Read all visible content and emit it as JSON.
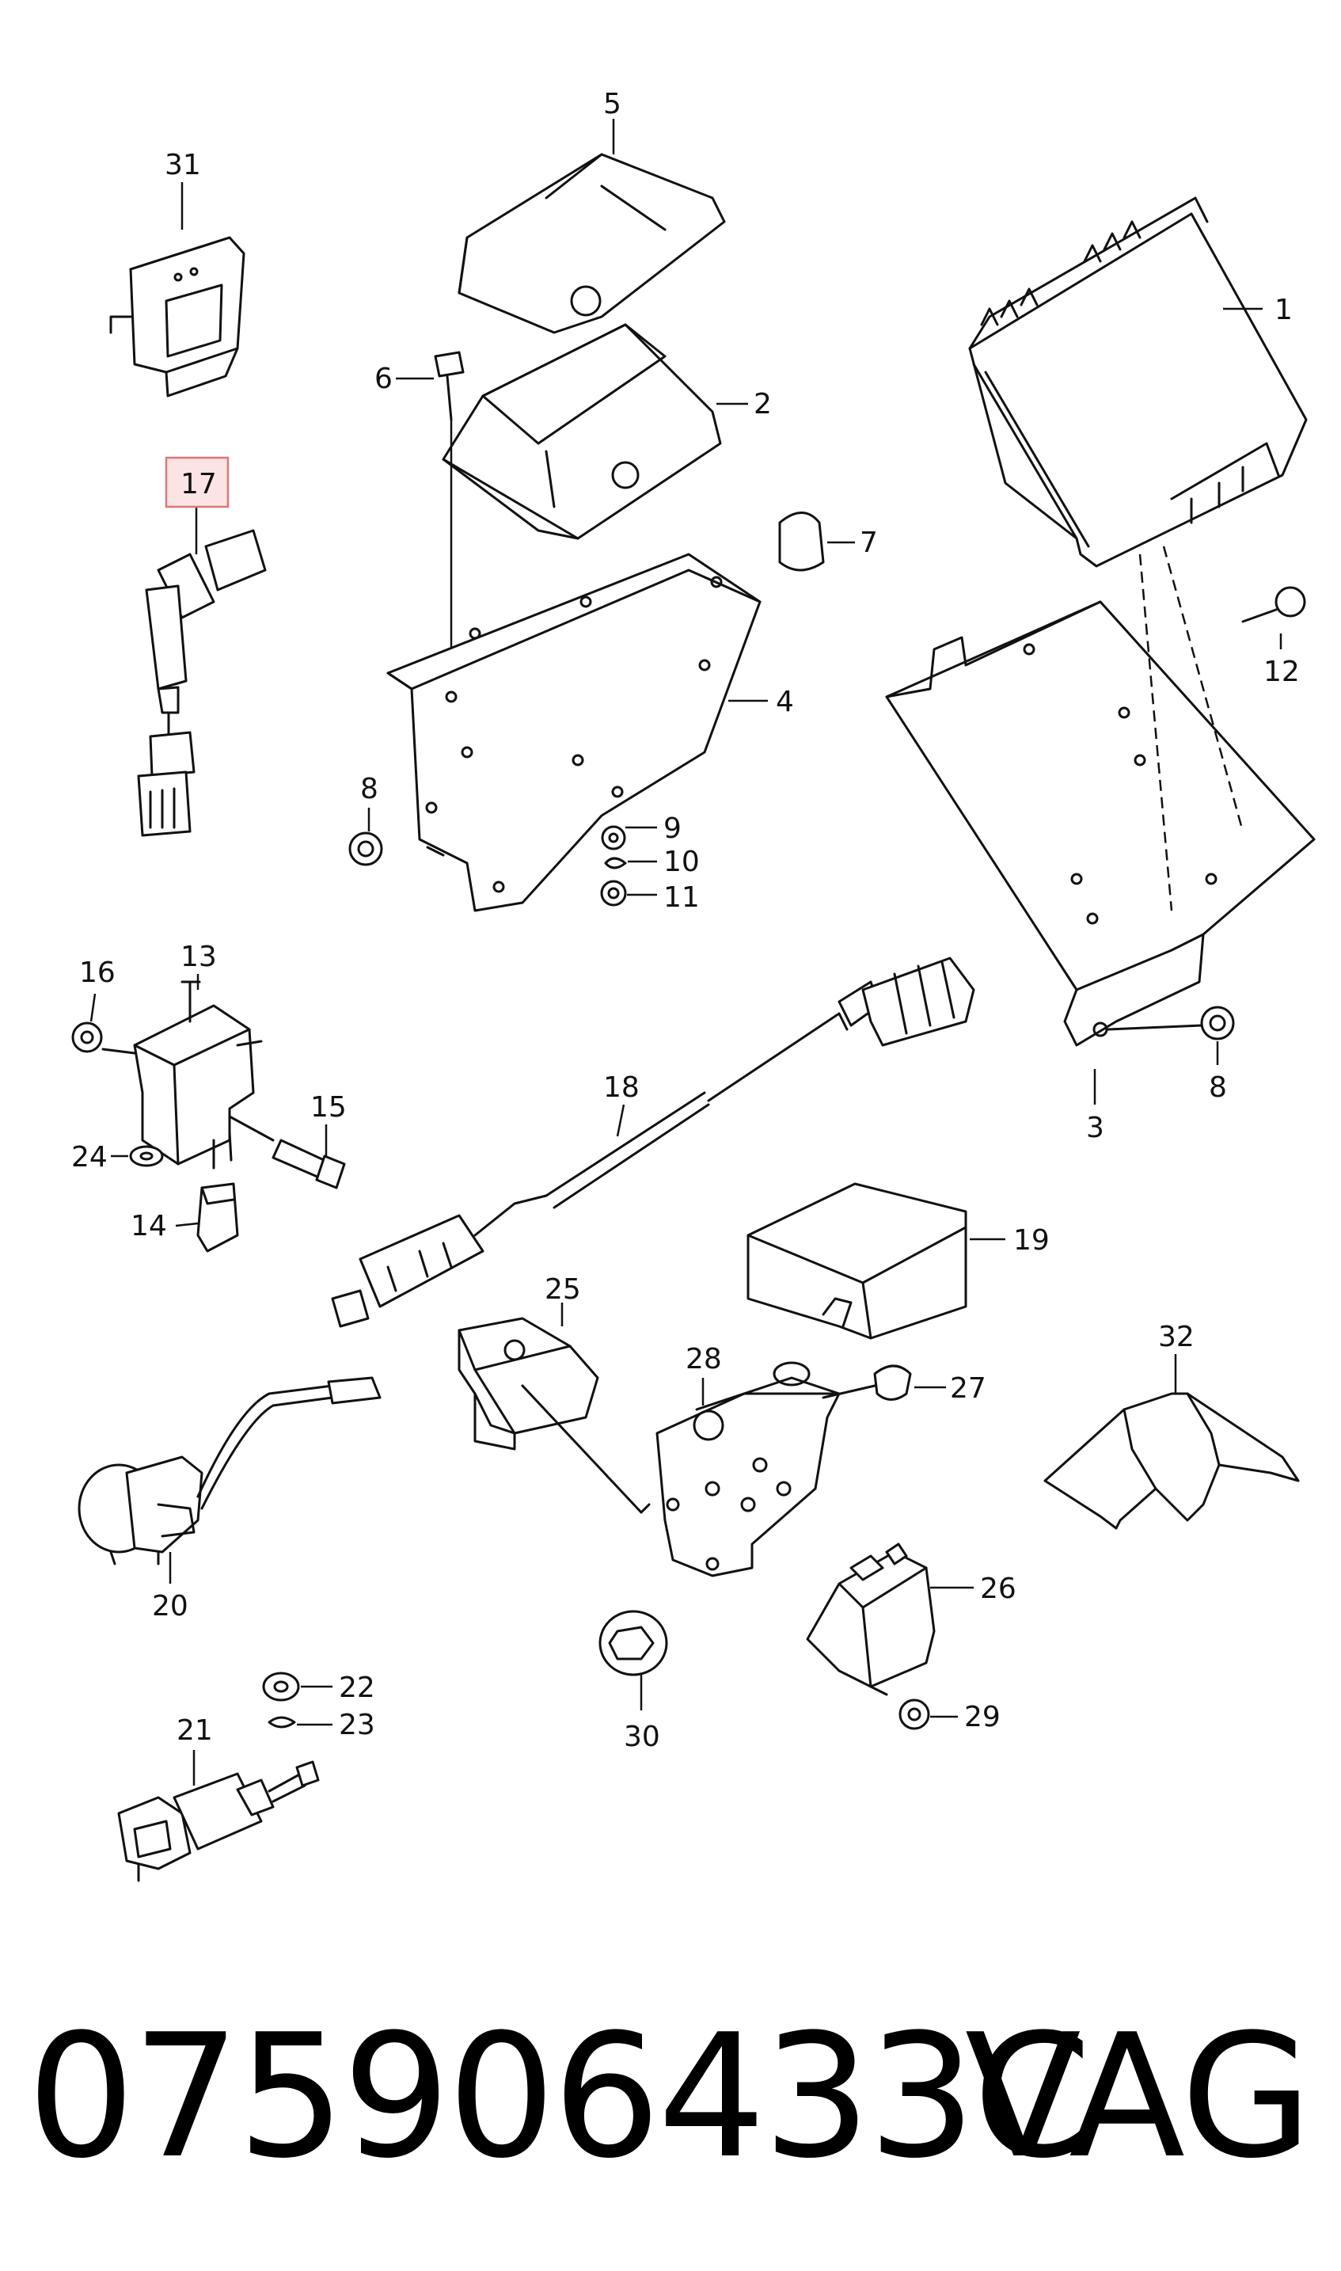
{
  "callouts": {
    "c1": "1",
    "c2": "2",
    "c3": "3",
    "c4": "4",
    "c5": "5",
    "c6": "6",
    "c7": "7",
    "c8a": "8",
    "c8b": "8",
    "c9": "9",
    "c10": "10",
    "c11": "11",
    "c12": "12",
    "c13": "13",
    "c14": "14",
    "c15": "15",
    "c16": "16",
    "c17": "17",
    "c18": "18",
    "c19": "19",
    "c20": "20",
    "c21": "21",
    "c22": "22",
    "c23": "23",
    "c24": "24",
    "c25": "25",
    "c26": "26",
    "c27": "27",
    "c28": "28",
    "c29": "29",
    "c30": "30",
    "c31": "31",
    "c32": "32"
  },
  "highlighted_callout": "17",
  "part_number": "075906433C",
  "brand": "VAG"
}
